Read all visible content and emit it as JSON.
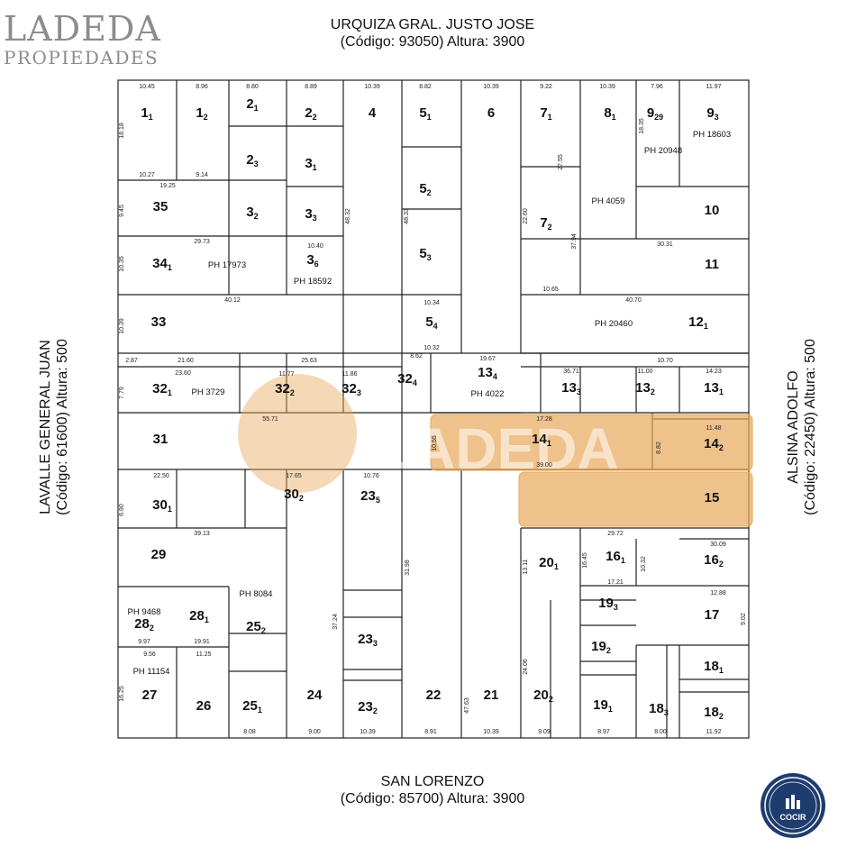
{
  "brand": {
    "name": "LADEDA",
    "tagline": "PROPIEDADES",
    "watermark": "LADEDA"
  },
  "streets": {
    "top": {
      "name": "URQUIZA GRAL. JUSTO JOSE",
      "info": "(Código: 93050) Altura: 3900"
    },
    "bottom": {
      "name": "SAN LORENZO",
      "info": "(Código: 85700) Altura: 3900"
    },
    "left": {
      "name": "LAVALLE GENERAL JUAN",
      "info": "(Código: 61600) Altura: 500"
    },
    "right": {
      "name": "ALSINA ADOLFO",
      "info": "(Código: 22450) Altura: 500"
    }
  },
  "highlight_color": "#e8a85a",
  "seal": {
    "text": "COCIR"
  },
  "lots": [
    {
      "n": "1",
      "s": "1"
    },
    {
      "n": "1",
      "s": "2"
    },
    {
      "n": "2",
      "s": "1"
    },
    {
      "n": "2",
      "s": "2"
    },
    {
      "n": "2",
      "s": "3"
    },
    {
      "n": "3",
      "s": "1"
    },
    {
      "n": "3",
      "s": "2"
    },
    {
      "n": "3",
      "s": "3"
    },
    {
      "n": "3",
      "s": "6"
    },
    {
      "n": "4",
      "s": ""
    },
    {
      "n": "5",
      "s": "1"
    },
    {
      "n": "5",
      "s": "2"
    },
    {
      "n": "5",
      "s": "3"
    },
    {
      "n": "5",
      "s": "4"
    },
    {
      "n": "6",
      "s": ""
    },
    {
      "n": "7",
      "s": "1"
    },
    {
      "n": "7",
      "s": "2"
    },
    {
      "n": "8",
      "s": "1"
    },
    {
      "n": "9",
      "s": "29"
    },
    {
      "n": "9",
      "s": "3"
    },
    {
      "n": "10",
      "s": ""
    },
    {
      "n": "11",
      "s": ""
    },
    {
      "n": "12",
      "s": "1"
    },
    {
      "n": "13",
      "s": "4"
    },
    {
      "n": "13",
      "s": "3"
    },
    {
      "n": "13",
      "s": "2"
    },
    {
      "n": "13",
      "s": "1"
    },
    {
      "n": "14",
      "s": "1"
    },
    {
      "n": "14",
      "s": "2"
    },
    {
      "n": "15",
      "s": ""
    },
    {
      "n": "16",
      "s": "1"
    },
    {
      "n": "16",
      "s": "2"
    },
    {
      "n": "17",
      "s": ""
    },
    {
      "n": "18",
      "s": "1"
    },
    {
      "n": "18",
      "s": "2"
    },
    {
      "n": "18",
      "s": "3"
    },
    {
      "n": "19",
      "s": "3"
    },
    {
      "n": "19",
      "s": "2"
    },
    {
      "n": "19",
      "s": "1"
    },
    {
      "n": "20",
      "s": "1"
    },
    {
      "n": "20",
      "s": "2"
    },
    {
      "n": "21",
      "s": ""
    },
    {
      "n": "22",
      "s": ""
    },
    {
      "n": "23",
      "s": "5"
    },
    {
      "n": "23",
      "s": "3"
    },
    {
      "n": "23",
      "s": "2"
    },
    {
      "n": "24",
      "s": ""
    },
    {
      "n": "25",
      "s": "2"
    },
    {
      "n": "25",
      "s": "1"
    },
    {
      "n": "26",
      "s": ""
    },
    {
      "n": "27",
      "s": ""
    },
    {
      "n": "28",
      "s": "1"
    },
    {
      "n": "28",
      "s": "2"
    },
    {
      "n": "29",
      "s": ""
    },
    {
      "n": "30",
      "s": "1"
    },
    {
      "n": "30",
      "s": "2"
    },
    {
      "n": "31",
      "s": ""
    },
    {
      "n": "32",
      "s": "1"
    },
    {
      "n": "32",
      "s": "2"
    },
    {
      "n": "32",
      "s": "3"
    },
    {
      "n": "32",
      "s": "4"
    },
    {
      "n": "33",
      "s": ""
    },
    {
      "n": "34",
      "s": "1"
    },
    {
      "n": "35",
      "s": ""
    }
  ],
  "ph_labels": [
    "PH 17973",
    "PH 18592",
    "PH 4059",
    "PH 20948",
    "PH 18603",
    "PH 20460",
    "PH 3729",
    "PH 4022",
    "PH 9468",
    "PH 8084",
    "PH 11154"
  ],
  "dimensions": [
    "10.45",
    "8.96",
    "8.80",
    "8.89",
    "10.39",
    "8.82",
    "10.39",
    "9.22",
    "10.39",
    "7.96",
    "11.97",
    "10.27",
    "9.14",
    "19.25",
    "29.73",
    "40.12",
    "10.40",
    "10.34",
    "10.32",
    "19.67",
    "10.65",
    "30.31",
    "40.70",
    "2.87",
    "21.60",
    "25.63",
    "8.62",
    "23.60",
    "11.77",
    "11.86",
    "55.71",
    "22.50",
    "17.65",
    "10.76",
    "10.70",
    "36.71",
    "11.00",
    "14.23",
    "11.48",
    "17.28",
    "39.00",
    "39.13",
    "29.72",
    "30.09",
    "17.21",
    "12.88",
    "19.91",
    "9.97",
    "9.56",
    "11.25",
    "8.08",
    "9.00",
    "10.39",
    "8.91",
    "10.39",
    "9.09",
    "8.97",
    "8.00",
    "11.92",
    "18.18",
    "9.45",
    "10.35",
    "10.39",
    "7.79",
    "6.90",
    "16.25",
    "48.32",
    "48.33",
    "47.63",
    "31.98",
    "37.24",
    "27.55",
    "37.94",
    "22.60",
    "18.35",
    "10.55",
    "8.82",
    "13.11",
    "24.06",
    "16.45",
    "10.32",
    "9.02",
    "10.39"
  ]
}
